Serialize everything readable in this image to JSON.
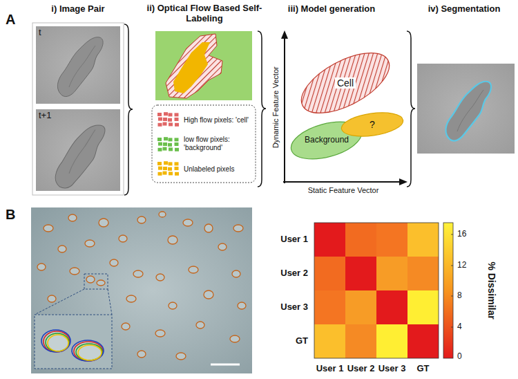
{
  "diagram": {
    "nodes": [
      {
        "text": [
          "t"
        ]
      },
      {
        "text": [
          "t+1"
        ]
      },
      {
        "text": [
          "Cell"
        ]
      },
      {
        "text": [
          "Background"
        ]
      },
      {
        "text": [
          "?"
        ]
      }
    ],
    "labels": [
      "A",
      "i) Image Pair",
      "ii) Optical Flow Based Self- Labeling",
      "iii) Model generation",
      "iv) Segmentation",
      "Dynamic Feature Vector",
      "Static Feature Vector",
      "B",
      "User 1",
      "User 2",
      "User 3",
      "GT",
      "User 1",
      "User 2",
      "User 3",
      "GT",
      "16",
      "12",
      "8",
      "4",
      "0",
      "% Dissimilar"
    ],
    "legend": [
      {
        "text": "High flow pixels: 'cell'",
        "color": "#e06666"
      },
      {
        "text": "low flow pixels: 'background'",
        "color": "#6abf4b"
      },
      {
        "text": "Unlabeled pixels",
        "color": "#f2b600"
      }
    ]
  }
}
